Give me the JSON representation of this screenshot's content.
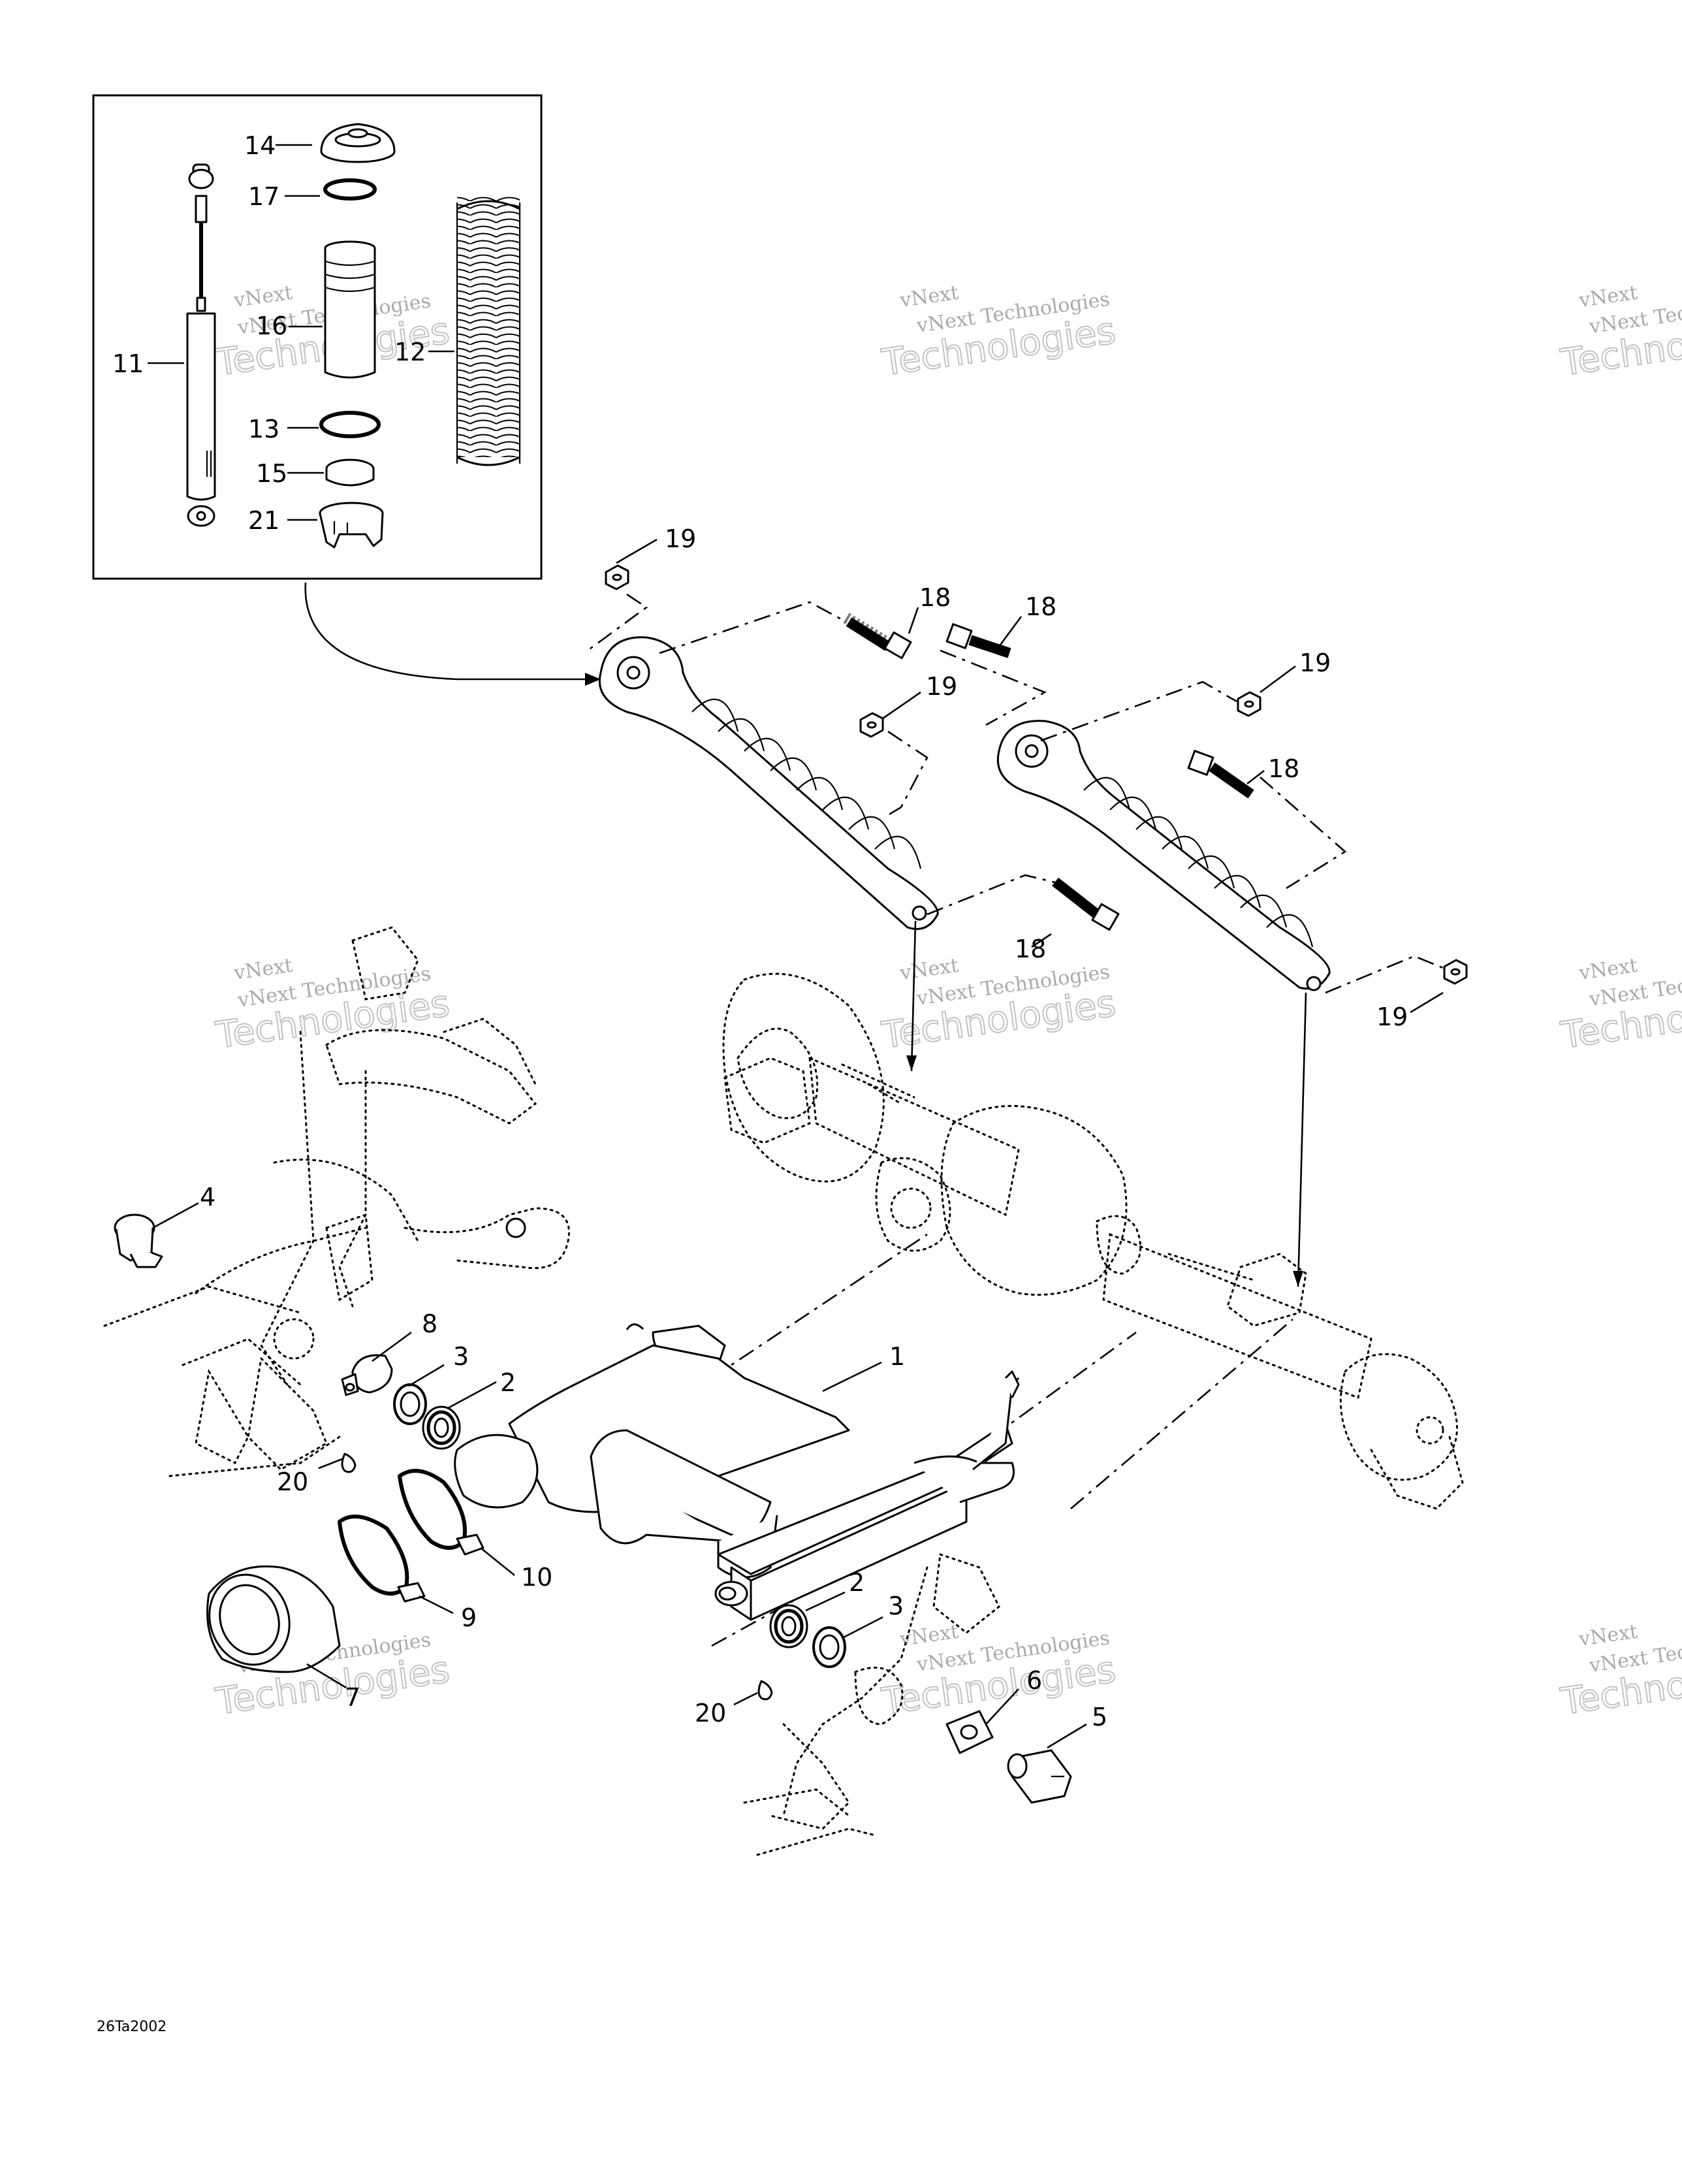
{
  "drawing_ref": "26Ta2002",
  "watermark": {
    "line1": "vNext Technologies",
    "line2": "Technologies",
    "brand": "vNext"
  },
  "callouts": {
    "c1": "1",
    "c2a": "2",
    "c2b": "2",
    "c3a": "3",
    "c3b": "3",
    "c4": "4",
    "c5": "5",
    "c6": "6",
    "c7": "7",
    "c8": "8",
    "c9": "9",
    "c10": "10",
    "c11": "11",
    "c12": "12",
    "c13": "13",
    "c14": "14",
    "c15": "15",
    "c16": "16",
    "c17": "17",
    "c18a": "18",
    "c18b": "18",
    "c18c": "18",
    "c18d": "18",
    "c19a": "19",
    "c19b": "19",
    "c19c": "19",
    "c19d": "19",
    "c20a": "20",
    "c20b": "20",
    "c21": "21"
  }
}
